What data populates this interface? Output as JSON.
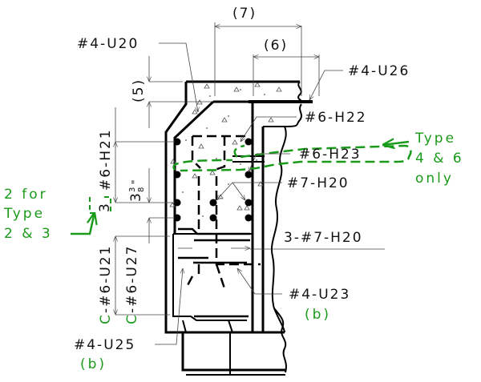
{
  "drawing": {
    "title": "Bridge rail / deck edge reinforcement detail",
    "colors": {
      "line": "#000000",
      "annotation": "#1a9a1a"
    },
    "dimensions": {
      "dim5": "(5)",
      "dim6": "(6)",
      "dim7": "(7)",
      "dim_3_3_8": "3",
      "dim_3_3_8_frac_num": "3",
      "dim_3_3_8_frac_den": "8",
      "dim_3_3_8_unit": "\"",
      "dim_3": "3"
    },
    "labels": {
      "u20": "#4-U20",
      "u26": "#4-U26",
      "h22": "#6-H22",
      "h23": "#6-H23",
      "h20": "#7-H20",
      "h20_3": "3-#7-H20",
      "u23": "#4-U23",
      "u23_note": "(b)",
      "u25": "#4-U25",
      "u25_note": "(b)",
      "h21": "#6-H21",
      "u21_prefix": "C",
      "u21": "-#6-U21",
      "u27_prefix": "C",
      "u27": "-#6-U27"
    },
    "notes": {
      "type46_line1": "Type",
      "type46_line2": "4 & 6",
      "type46_line3": "only",
      "type23_line1": "2 for",
      "type23_line2": "Type",
      "type23_line3": "2 & 3"
    }
  }
}
